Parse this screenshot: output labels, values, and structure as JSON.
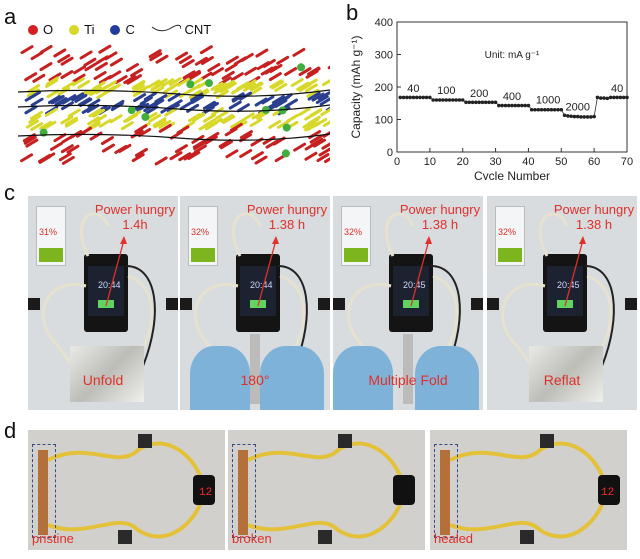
{
  "panels": {
    "a": "a",
    "b": "b",
    "c": "c",
    "d": "d"
  },
  "legend": [
    {
      "label": "O",
      "color": "#d42020"
    },
    {
      "label": "Ti",
      "color": "#d8d82a"
    },
    {
      "label": "C",
      "color": "#1f3c9a"
    },
    {
      "label": "CNT",
      "color": "#222222"
    }
  ],
  "chart_data": {
    "type": "scatter",
    "xlabel": "Cycle Number",
    "ylabel": "Capacity (mAh g⁻¹)",
    "xlim": [
      0,
      70
    ],
    "ylim": [
      0,
      400
    ],
    "xticks": [
      0,
      10,
      20,
      30,
      40,
      50,
      60,
      70
    ],
    "yticks": [
      0,
      100,
      200,
      300,
      400
    ],
    "annotation": "Unit: mA g⁻¹",
    "rate_labels": [
      {
        "text": "40",
        "x": 5,
        "y": 185
      },
      {
        "text": "100",
        "x": 15,
        "y": 178
      },
      {
        "text": "200",
        "x": 25,
        "y": 170
      },
      {
        "text": "400",
        "x": 35,
        "y": 160
      },
      {
        "text": "1000",
        "x": 46,
        "y": 150
      },
      {
        "text": "2000",
        "x": 55,
        "y": 128
      },
      {
        "text": "40",
        "x": 67,
        "y": 185
      }
    ],
    "x": [
      1,
      2,
      3,
      4,
      5,
      6,
      7,
      8,
      9,
      10,
      11,
      12,
      13,
      14,
      15,
      16,
      17,
      18,
      19,
      20,
      21,
      22,
      23,
      24,
      25,
      26,
      27,
      28,
      29,
      30,
      31,
      32,
      33,
      34,
      35,
      36,
      37,
      38,
      39,
      40,
      41,
      42,
      43,
      44,
      45,
      46,
      47,
      48,
      49,
      50,
      51,
      52,
      53,
      54,
      55,
      56,
      57,
      58,
      59,
      60,
      61,
      62,
      63,
      64,
      65,
      66,
      67,
      68,
      69,
      70
    ],
    "y": [
      168,
      168,
      168,
      168,
      168,
      168,
      168,
      168,
      168,
      168,
      160,
      160,
      160,
      160,
      160,
      160,
      160,
      160,
      160,
      160,
      153,
      153,
      153,
      153,
      153,
      153,
      153,
      153,
      153,
      153,
      143,
      143,
      143,
      143,
      143,
      143,
      143,
      143,
      143,
      143,
      130,
      130,
      130,
      130,
      130,
      130,
      130,
      130,
      130,
      130,
      113,
      111,
      110,
      109,
      109,
      108,
      108,
      108,
      108,
      109,
      168,
      166,
      166,
      165,
      168,
      168,
      168,
      168,
      168,
      168
    ]
  },
  "panel_c": [
    {
      "pct": "31%",
      "title": "Power hungry",
      "hours": "1.4h",
      "time": "20:44",
      "caption": "Unfold"
    },
    {
      "pct": "32%",
      "title": "Power hungry",
      "hours": "1.38 h",
      "time": "20:44",
      "caption": "180°"
    },
    {
      "pct": "32%",
      "title": "Power hungry",
      "hours": "1.38 h",
      "time": "20:45",
      "caption": "Multiple Fold"
    },
    {
      "pct": "32%",
      "title": "Power hungry",
      "hours": "1.38 h",
      "time": "20:45",
      "caption": "Reflat"
    }
  ],
  "panel_d": [
    {
      "caption": "pristine"
    },
    {
      "caption": "broken"
    },
    {
      "caption": "healed"
    }
  ]
}
